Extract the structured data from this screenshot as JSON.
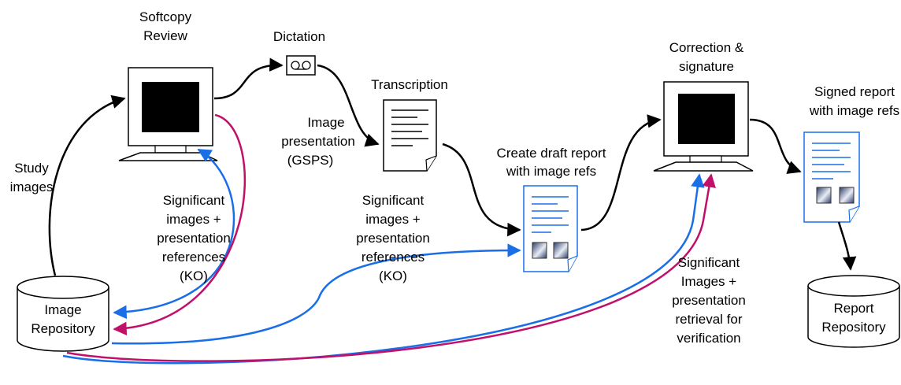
{
  "labels": {
    "softcopy_review": [
      "Softcopy",
      "Review"
    ],
    "dictation": "Dictation",
    "transcription": "Transcription",
    "create_draft": [
      "Create draft report",
      "with image refs"
    ],
    "correction_signature": [
      "Correction &",
      "signature"
    ],
    "signed_report": [
      "Signed report",
      "with image refs"
    ],
    "study_images": [
      "Study",
      "images"
    ],
    "image_presentation": [
      "Image",
      "presentation",
      "(GSPS)"
    ],
    "sig_images_left": [
      "Significant",
      "images +",
      "presentation",
      "references",
      "(KO)"
    ],
    "sig_images_mid": [
      "Significant",
      "images +",
      "presentation",
      "references",
      "(KO)"
    ],
    "sig_images_right": [
      "Significant",
      "Images +",
      "presentation",
      "retrieval for",
      "verification"
    ],
    "image_repository": [
      "Image",
      "Repository"
    ],
    "report_repository": [
      "Report",
      "Repository"
    ]
  },
  "colors": {
    "black_flow": "#000000",
    "ko_flow": "#1a6ee8",
    "gsps_flow": "#c0106a",
    "doc_border": "#1a6ee8",
    "doc_lines": "#1a6ee8"
  },
  "icons": {
    "workstation": "monitor-with-keyboard",
    "tape": "cassette-tape",
    "document": "folded-corner-document",
    "database": "cylinder"
  }
}
